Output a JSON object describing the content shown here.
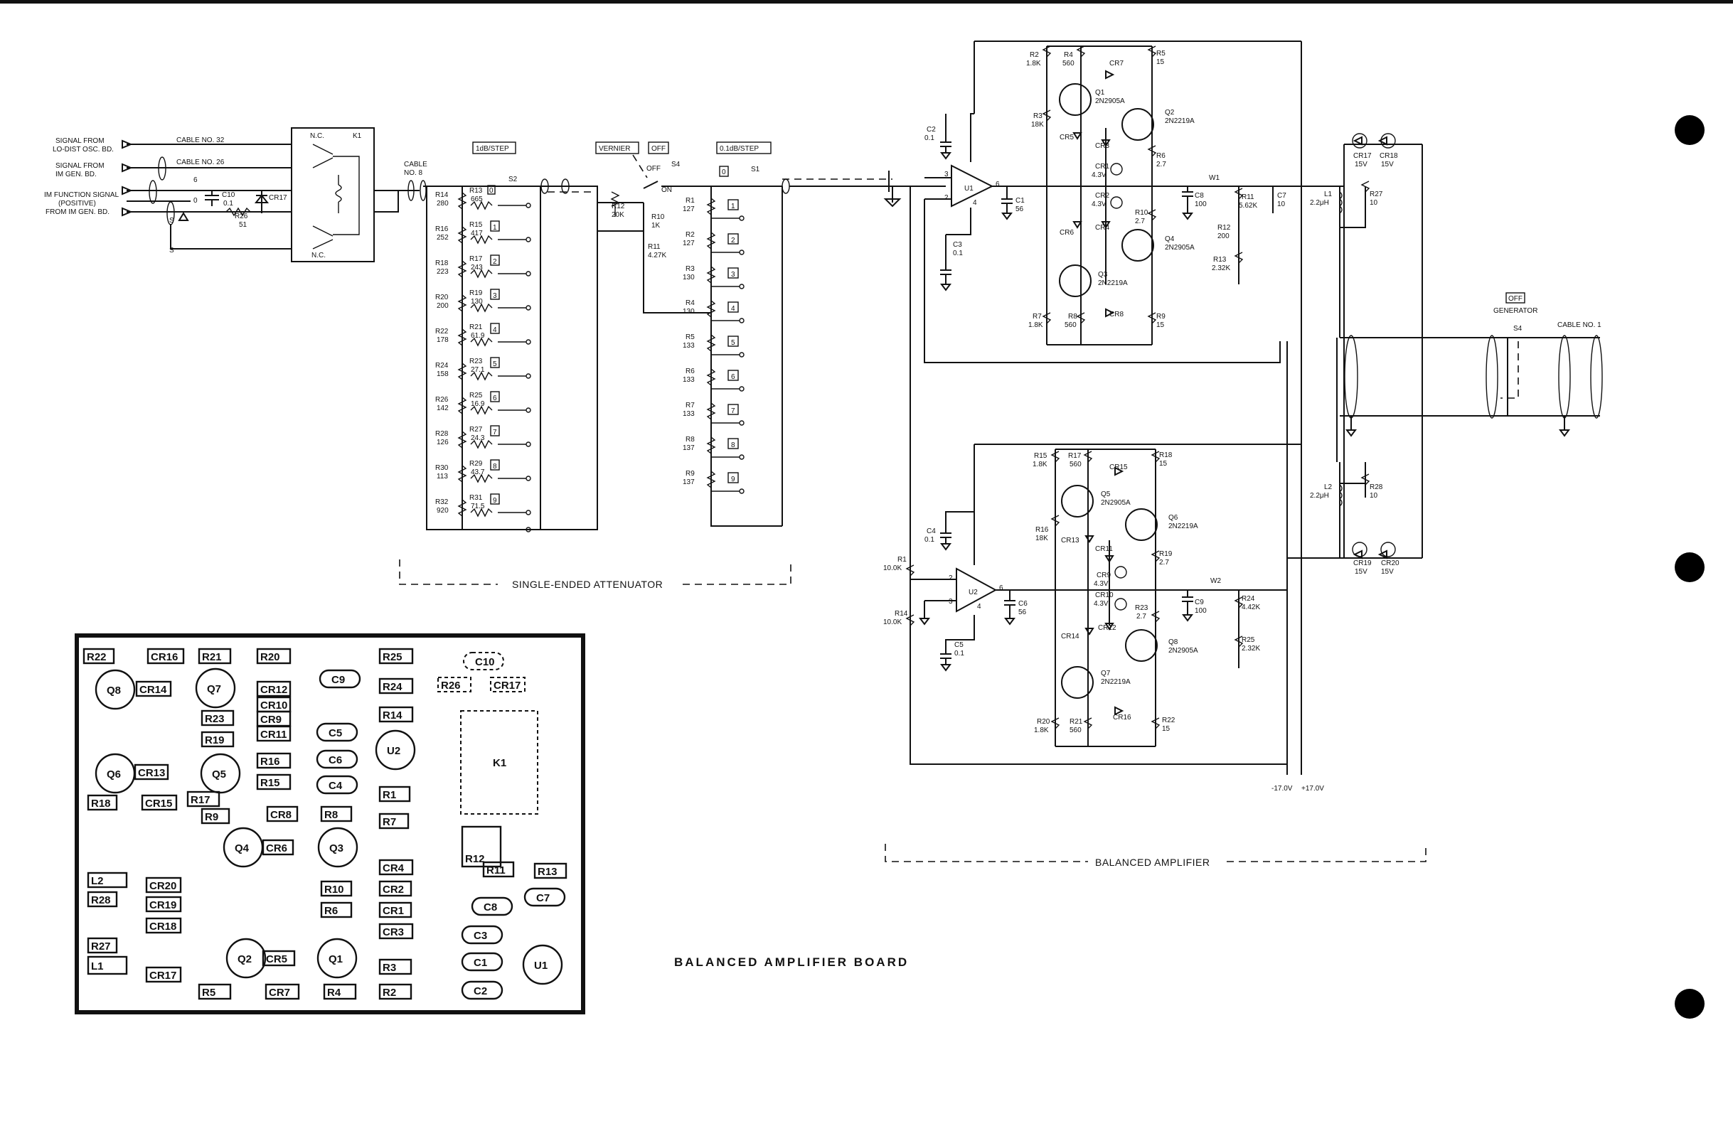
{
  "page": {
    "title": "BALANCED AMPLIFIER BOARD",
    "sections": {
      "attenuator": "SINGLE-ENDED ATTENUATOR",
      "amplifier": "BALANCED AMPLIFIER"
    }
  },
  "inputs": {
    "sig1_line1": "SIGNAL FROM",
    "sig1_line2": "LO-DIST OSC. BD.",
    "cable1": "CABLE NO. 32",
    "sig2_line1": "SIGNAL FROM",
    "sig2_line2": "IM GEN. BD.",
    "cable2": "CABLE NO. 26",
    "sig3_line1": "IM FUNCTION SIGNAL",
    "sig3_line2": "(POSITIVE)",
    "sig3_line3": "FROM IM GEN. BD.",
    "term_6": "6",
    "term_0": "0",
    "term_s1": "S",
    "term_s2": "S",
    "c10": "C10",
    "c10v": "0.1",
    "cr17": "CR17",
    "r26": "R26",
    "r26v": "51",
    "k1": "K1",
    "nc1": "N.C.",
    "nc2": "N.C.",
    "cable8a": "CABLE",
    "cable8b": "NO. 8"
  },
  "attenuator": {
    "box_1db": "1dB/STEP",
    "s2": "S2",
    "box_vernier": "VERNIER",
    "box_off1": "OFF",
    "s4": "S4",
    "off_sw": "OFF",
    "on_sw": "ON",
    "box_01db": "0.1dB/STEP",
    "s1": "S1",
    "pos0": "0",
    "pos0b": "0",
    "shunt": [
      {
        "ref": "R14",
        "val": "280"
      },
      {
        "ref": "R16",
        "val": "252"
      },
      {
        "ref": "R18",
        "val": "223"
      },
      {
        "ref": "R20",
        "val": "200"
      },
      {
        "ref": "R22",
        "val": "178"
      },
      {
        "ref": "R24",
        "val": "158"
      },
      {
        "ref": "R26",
        "val": "142"
      },
      {
        "ref": "R28",
        "val": "126"
      },
      {
        "ref": "R30",
        "val": "113"
      },
      {
        "ref": "R32",
        "val": "920"
      }
    ],
    "series": [
      {
        "ref": "R13",
        "val": "665"
      },
      {
        "ref": "R15",
        "val": "417"
      },
      {
        "ref": "R17",
        "val": "243"
      },
      {
        "ref": "R19",
        "val": "130"
      },
      {
        "ref": "R21",
        "val": "61.9"
      },
      {
        "ref": "R23",
        "val": "27.1"
      },
      {
        "ref": "R25",
        "val": "16.9"
      },
      {
        "ref": "R27",
        "val": "24.3"
      },
      {
        "ref": "R29",
        "val": "43.7"
      },
      {
        "ref": "R31",
        "val": "71.5"
      }
    ],
    "steps": [
      "1",
      "2",
      "3",
      "4",
      "5",
      "6",
      "7",
      "8",
      "9"
    ],
    "r12": "R12",
    "r12v": "20K",
    "r10": "R10",
    "r10v": "1K",
    "r11": "R11",
    "r11v": "4.27K",
    "fine": [
      {
        "ref": "R1",
        "val": "127"
      },
      {
        "ref": "R2",
        "val": "127"
      },
      {
        "ref": "R3",
        "val": "130"
      },
      {
        "ref": "R4",
        "val": "130"
      },
      {
        "ref": "R5",
        "val": "133"
      },
      {
        "ref": "R6",
        "val": "133"
      },
      {
        "ref": "R7",
        "val": "133"
      },
      {
        "ref": "R8",
        "val": "137"
      },
      {
        "ref": "R9",
        "val": "137"
      }
    ]
  },
  "amp_top": {
    "u1": "U1",
    "c2": "C2",
    "c2v": "0.1",
    "c3": "C3",
    "c3v": "0.1",
    "c1": "C1",
    "c1v": "56",
    "p3": "3",
    "p2": "2",
    "p6": "6",
    "p4": "4",
    "r2": "R2",
    "r2v": "1.8K",
    "r4": "R4",
    "r4v": "560",
    "r5": "R5",
    "r5v": "15",
    "cr7": "CR7",
    "q1": "Q1",
    "q1t": "2N2905A",
    "q2": "Q2",
    "q2t": "2N2219A",
    "r3": "R3",
    "r3v": "18K",
    "cr5": "CR5",
    "cr3": "CR3",
    "cr1": "CR1",
    "cr1v": "4.3V",
    "r6": "R6",
    "r6v": "2.7",
    "cr2": "CR2",
    "cr2v": "4.3V",
    "cr6": "CR6",
    "cr4": "CR4",
    "r10": "R10",
    "r10v": "2.7",
    "q4": "Q4",
    "q4t": "2N2905A",
    "q3": "Q3",
    "q3t": "2N2219A",
    "r7": "R7",
    "r7v": "1.8K",
    "r8": "R8",
    "r8v": "560",
    "cr8": "CR8",
    "r9": "R9",
    "r9v": "15",
    "c8": "C8",
    "c8v": "100",
    "w1": "W1",
    "r11": "R11",
    "r11v": "5.62K",
    "c7": "C7",
    "c7v": "10",
    "r12": "R12",
    "r12v": "200",
    "r13": "R13",
    "r13v": "2.32K"
  },
  "amp_bot": {
    "u2": "U2",
    "r1": "R1",
    "r1v": "10.0K",
    "r14": "R14",
    "r14v": "10.0K",
    "c4": "C4",
    "c4v": "0.1",
    "c5": "C5",
    "c5v": "0.1",
    "c6": "C6",
    "c6v": "56",
    "p2": "2",
    "p3": "3",
    "p6": "6",
    "p4": "4",
    "r15": "R15",
    "r15v": "1.8K",
    "r17": "R17",
    "r17v": "560",
    "r18": "R18",
    "r18v": "15",
    "cr15": "CR15",
    "q5": "Q5",
    "q5t": "2N2905A",
    "q6": "Q6",
    "q6t": "2N2219A",
    "r16": "R16",
    "r16v": "18K",
    "cr13": "CR13",
    "cr11": "CR11",
    "r19": "R19",
    "r19v": "2.7",
    "cr9": "CR9",
    "cr9v": "4.3V",
    "cr10": "CR10",
    "cr10v": "4.3V",
    "r23": "R23",
    "r23v": "2.7",
    "cr12": "CR12",
    "cr14": "CR14",
    "q8": "Q8",
    "q8t": "2N2905A",
    "q7": "Q7",
    "q7t": "2N2219A",
    "cr16": "CR16",
    "r20": "R20",
    "r20v": "1.8K",
    "r21": "R21",
    "r21v": "560",
    "r22": "R22",
    "r22v": "15",
    "c9": "C9",
    "c9v": "100",
    "w2": "W2",
    "r24": "R24",
    "r24v": "4.42K",
    "r25": "R25",
    "r25v": "2.32K",
    "neg": "-17.0V",
    "pos": "+17.0V"
  },
  "output": {
    "cr17": "CR17",
    "cr17v": "15V",
    "cr18": "CR18",
    "cr18v": "15V",
    "l1": "L1",
    "l1v": "2.2μH",
    "r27": "R27",
    "r27v": "10",
    "l2": "L2",
    "l2v": "2.2μH",
    "r28": "R28",
    "r28v": "10",
    "cr19": "CR19",
    "cr19v": "15V",
    "cr20": "CR20",
    "cr20v": "15V",
    "box_off": "OFF",
    "generator": "GENERATOR",
    "s4": "S4",
    "cable1": "CABLE NO. 1"
  },
  "pcb": {
    "rect_parts": [
      {
        "t": "R22"
      },
      {
        "t": "CR16"
      },
      {
        "t": "R21"
      },
      {
        "t": "R20"
      },
      {
        "t": "R25"
      },
      {
        "t": "CR14"
      },
      {
        "t": "CR12"
      },
      {
        "t": "R24"
      },
      {
        "t": "R26"
      },
      {
        "t": "CR17"
      },
      {
        "t": "CR10"
      },
      {
        "t": "R23"
      },
      {
        "t": "CR9"
      },
      {
        "t": "R14"
      },
      {
        "t": "R19"
      },
      {
        "t": "CR11"
      },
      {
        "t": "CR13"
      },
      {
        "t": "R16"
      },
      {
        "t": "R15"
      },
      {
        "t": "R1"
      },
      {
        "t": "R18"
      },
      {
        "t": "CR15"
      },
      {
        "t": "R17"
      },
      {
        "t": "R9"
      },
      {
        "t": "CR8"
      },
      {
        "t": "R8"
      },
      {
        "t": "R7"
      },
      {
        "t": "CR6"
      },
      {
        "t": "R12"
      },
      {
        "t": "CR4"
      },
      {
        "t": "L2"
      },
      {
        "t": "CR20"
      },
      {
        "t": "R10"
      },
      {
        "t": "CR2"
      },
      {
        "t": "R11"
      },
      {
        "t": "R13"
      },
      {
        "t": "R28"
      },
      {
        "t": "CR19"
      },
      {
        "t": "R6"
      },
      {
        "t": "CR1"
      },
      {
        "t": "CR18"
      },
      {
        "t": "CR3"
      },
      {
        "t": "R27"
      },
      {
        "t": "L1"
      },
      {
        "t": "CR17"
      },
      {
        "t": "CR5"
      },
      {
        "t": "R3"
      },
      {
        "t": "R5"
      },
      {
        "t": "CR7"
      },
      {
        "t": "R4"
      },
      {
        "t": "R2"
      }
    ],
    "oval_parts": [
      {
        "t": "C9"
      },
      {
        "t": "C10"
      },
      {
        "t": "C5"
      },
      {
        "t": "C6"
      },
      {
        "t": "C4"
      },
      {
        "t": "C8"
      },
      {
        "t": "C7"
      },
      {
        "t": "C3"
      },
      {
        "t": "C1"
      },
      {
        "t": "C2"
      }
    ],
    "circle_parts": [
      {
        "t": "Q8"
      },
      {
        "t": "Q7"
      },
      {
        "t": "Q6"
      },
      {
        "t": "Q5"
      },
      {
        "t": "U2"
      },
      {
        "t": "Q4"
      },
      {
        "t": "Q3"
      },
      {
        "t": "Q2"
      },
      {
        "t": "Q1"
      },
      {
        "t": "U1"
      }
    ],
    "k1": "K1"
  }
}
